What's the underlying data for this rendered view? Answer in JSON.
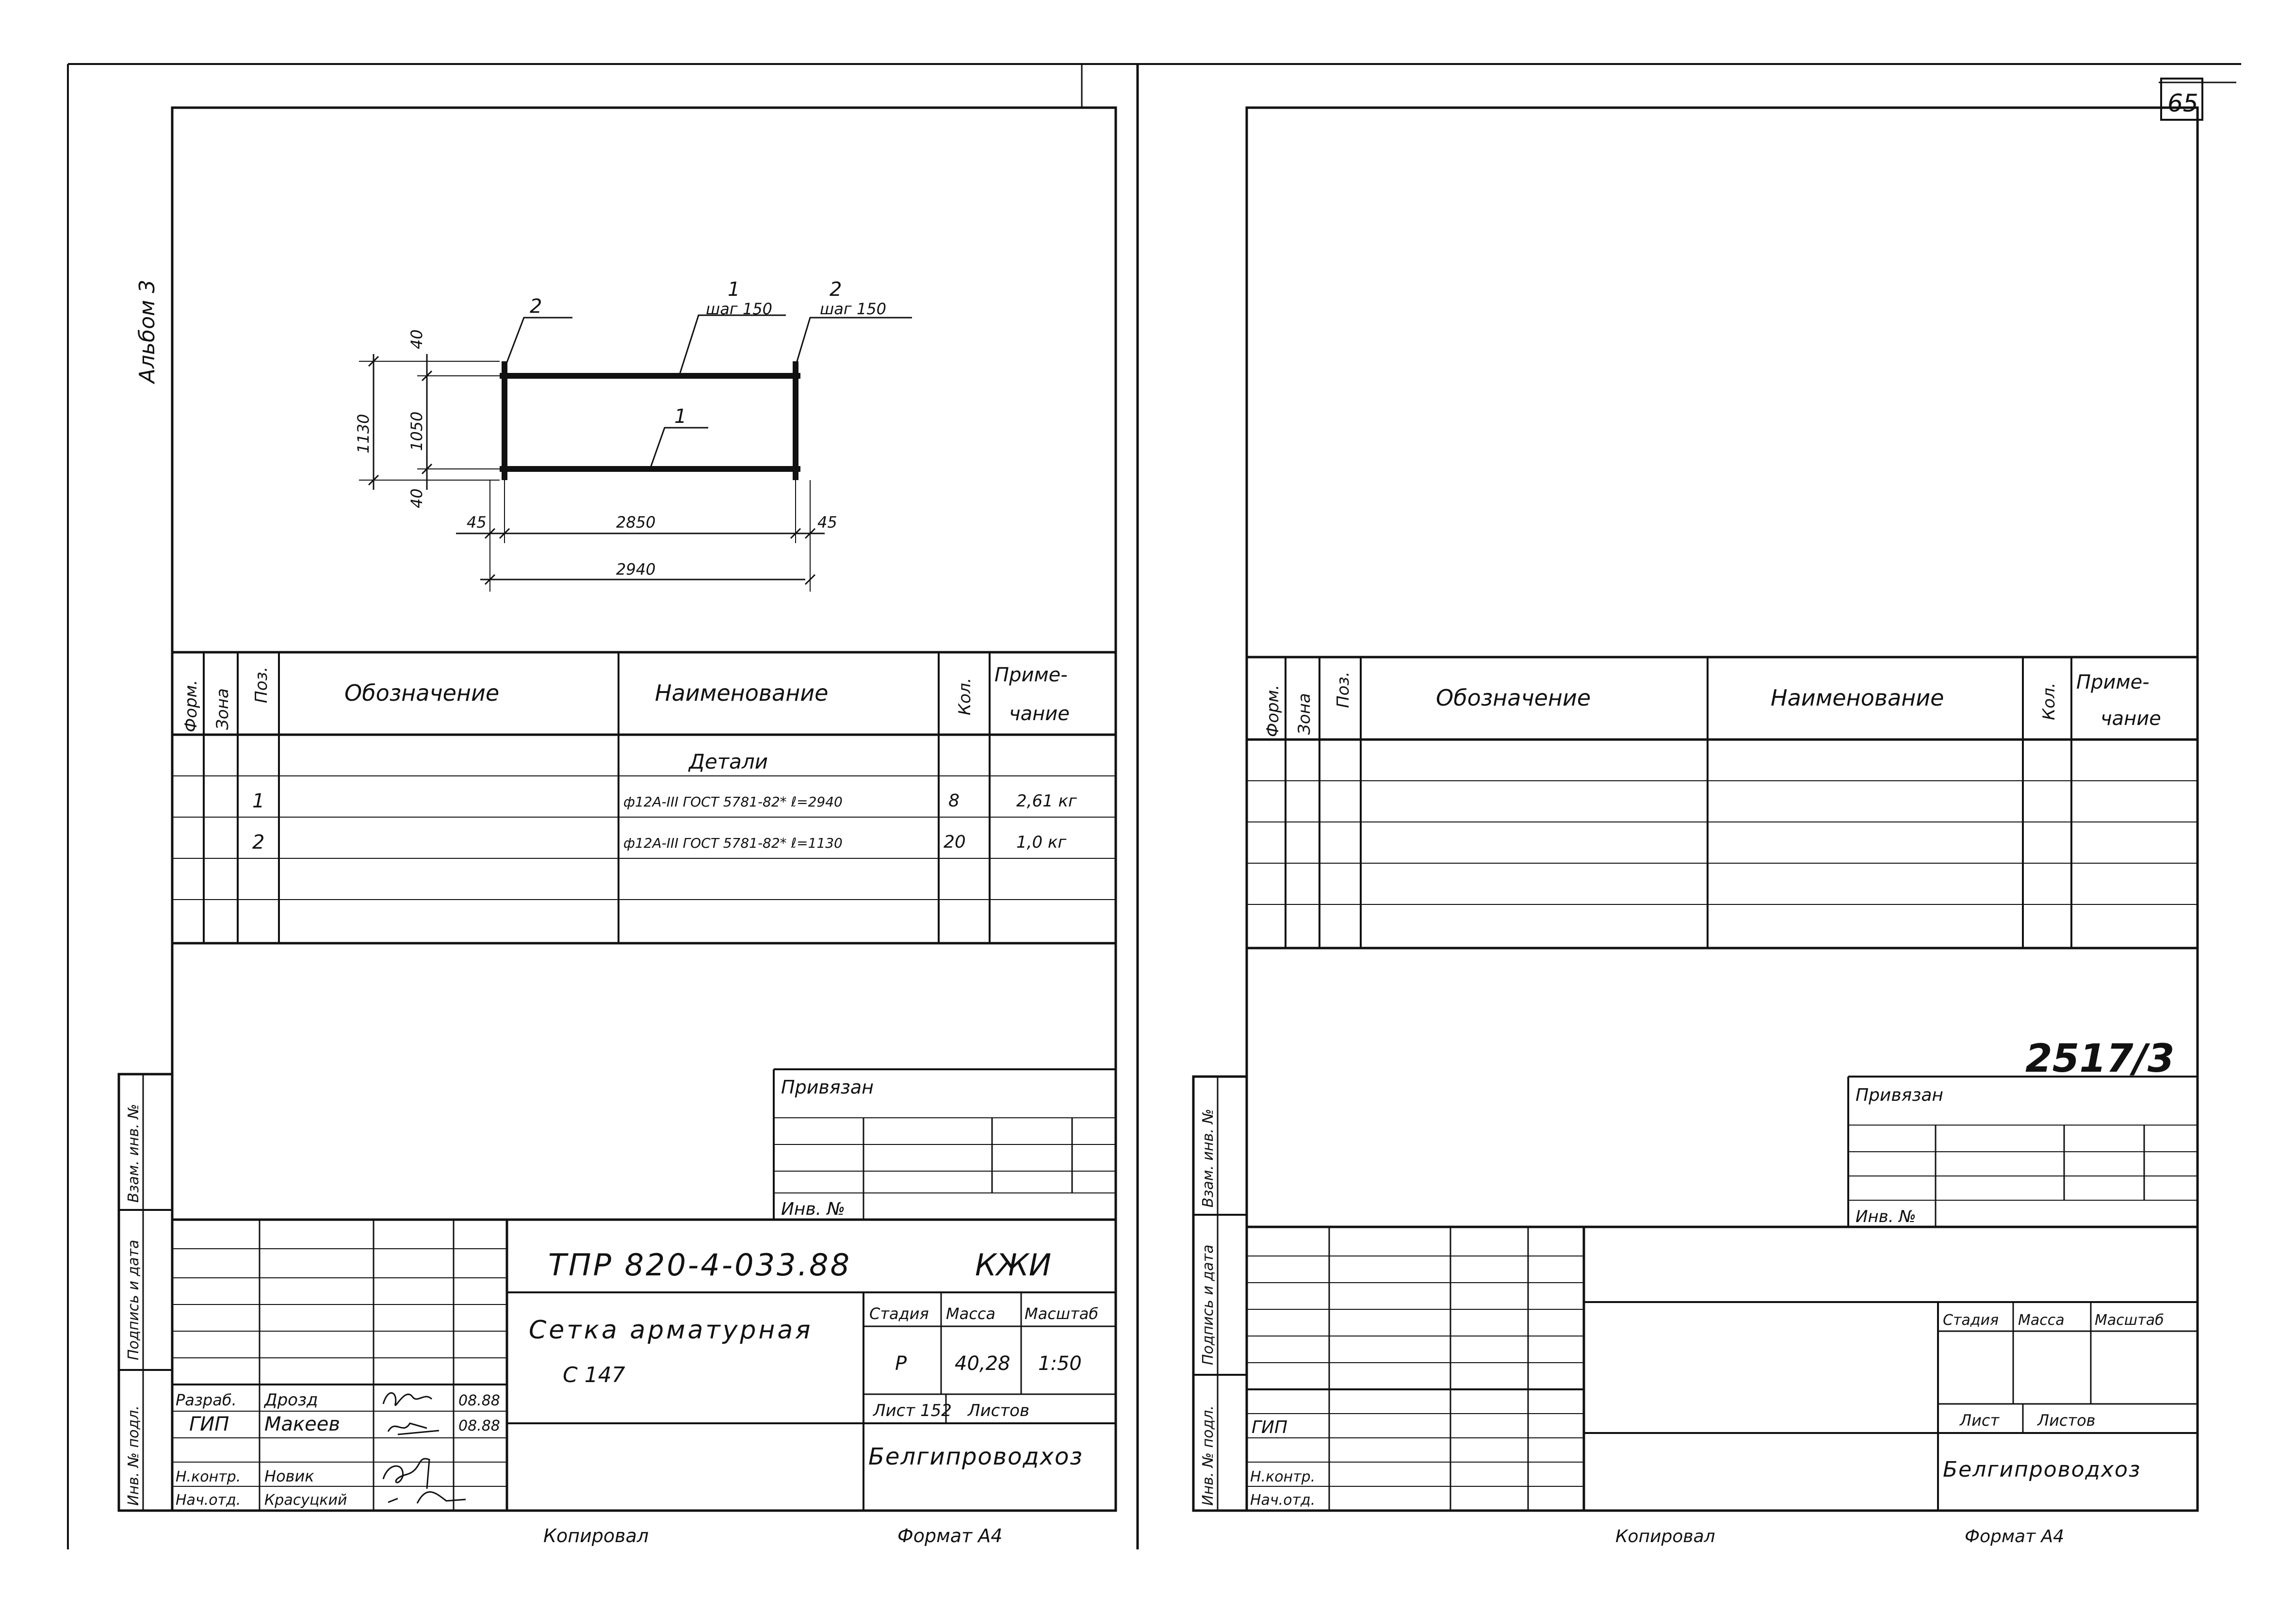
{
  "left_sheet": {
    "album_label": "Альбом 3",
    "detail_drawing": {
      "callout_pos2_left": "2",
      "callout_pos1": "1",
      "callout_pos1_step": "шаг 150",
      "callout_pos2_right": "2",
      "callout_pos2_step": "шаг 150",
      "callout_pos1_mid": "1",
      "dim_top_40": "40",
      "dim_1050": "1050",
      "dim_1130": "1130",
      "dim_bottom_40": "40",
      "dim_45_left": "45",
      "dim_2850": "2850",
      "dim_45_right": "45",
      "dim_2940": "2940"
    },
    "spec_table": {
      "headers": {
        "format": "Форм.",
        "zone": "Зона",
        "pos": "Поз.",
        "designation": "Обозначение",
        "name": "Наименование",
        "qty": "Кол.",
        "note_line1": "Приме-",
        "note_line2": "чание"
      },
      "section_title": "Детали",
      "rows": [
        {
          "pos": "1",
          "name": "ф12А-III ГОСТ 5781-82* ℓ=2940",
          "qty": "8",
          "note": "2,61 кг"
        },
        {
          "pos": "2",
          "name": "ф12А-III ГОСТ 5781-82* ℓ=1130",
          "qty": "20",
          "note": "1,0 кг"
        }
      ]
    },
    "privyazan": "Привязан",
    "inv_no": "Инв. №",
    "side_labels": {
      "vzam_inv": "Взам. инв. №",
      "podpis_data": "Подпись и дата",
      "inv_podl": "Инв. № подл."
    },
    "title_block": {
      "doc_code": "ТПР 820-4-033.88",
      "mark": "КЖИ",
      "title_line1": "Сетка арматурная",
      "title_line2": "С 147",
      "stage_h": "Стадия",
      "mass_h": "Масса",
      "scale_h": "Масштаб",
      "stage": "Р",
      "mass": "40,28",
      "scale": "1:50",
      "sheet": "Лист 152",
      "sheets": "Листов",
      "org": "Белгипроводхоз",
      "roles": [
        {
          "role": "Разраб.",
          "name": "Дрозд",
          "date": "08.88"
        },
        {
          "role": "ГИП",
          "name": "Макеев",
          "date": "08.88"
        },
        {
          "role": "Н.контр.",
          "name": "Новик",
          "date": ""
        },
        {
          "role": "Нач.отд.",
          "name": "Красуцкий",
          "date": ""
        }
      ]
    },
    "footer_copied": "Копировал",
    "footer_format": "Формат А4"
  },
  "right_sheet": {
    "corner_mark": "65",
    "spec_headers": {
      "format": "Форм.",
      "zone": "Зона",
      "pos": "Поз.",
      "designation": "Обозначение",
      "name": "Наименование",
      "qty": "Кол.",
      "note_line1": "Приме-",
      "note_line2": "чание"
    },
    "handwritten_code": "2517/3",
    "privyazan": "Привязан",
    "inv_no": "Инв. №",
    "side_labels": {
      "vzam_inv": "Взам. инв. №",
      "podpis_data": "Подпись и дата",
      "inv_podl": "Инв. № подл."
    },
    "title_block": {
      "stage_h": "Стадия",
      "mass_h": "Масса",
      "scale_h": "Масштаб",
      "sheet": "Лист",
      "sheets": "Листов",
      "org": "Белгипроводхоз",
      "roles": [
        "ГИП",
        "Н.контр.",
        "Нач.отд."
      ]
    },
    "footer_copied": "Копировал",
    "footer_format": "Формат А4"
  }
}
